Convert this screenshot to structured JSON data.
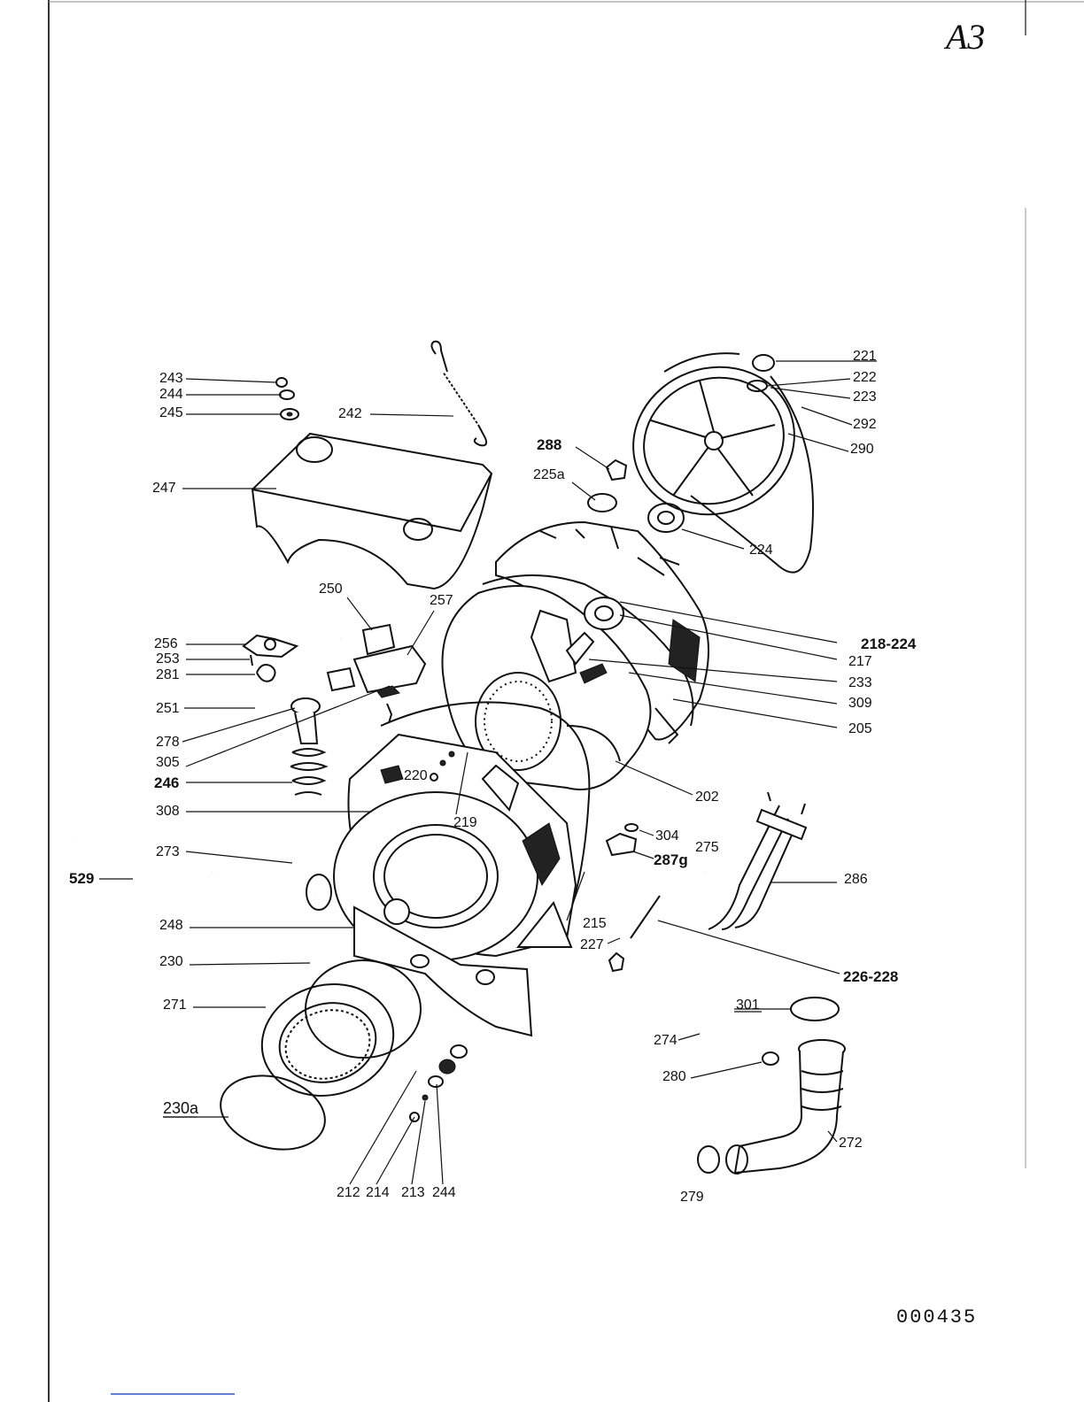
{
  "sheet_id": "A3",
  "document_number": "000435",
  "part_labels": {
    "p221": "221",
    "p222": "222",
    "p223": "223",
    "p292": "292",
    "p290": "290",
    "p224": "224",
    "p288": "288",
    "p225a": "225a",
    "p242": "242",
    "p243": "243",
    "p244a": "244",
    "p245": "245",
    "p247": "247",
    "p250": "250",
    "p257": "257",
    "p256": "256",
    "p253": "253",
    "p281": "281",
    "p251": "251",
    "p278": "278",
    "p305": "305",
    "p246": "246",
    "p308": "308",
    "p273": "273",
    "p529": "529",
    "p248": "248",
    "p230": "230",
    "p271": "271",
    "p230a": "230a",
    "p218_224": "218-224",
    "p217": "217",
    "p233": "233",
    "p309": "309",
    "p205": "205",
    "p202": "202",
    "p220": "220",
    "p219": "219",
    "p215": "215",
    "p304": "304",
    "p287g": "287g",
    "p275": "275",
    "p286": "286",
    "p227": "227",
    "p226_228": "226-228",
    "p301": "301",
    "p274": "274",
    "p280": "280",
    "p272": "272",
    "p279": "279",
    "p212": "212",
    "p214": "214",
    "p213": "213",
    "p244b": "244"
  }
}
